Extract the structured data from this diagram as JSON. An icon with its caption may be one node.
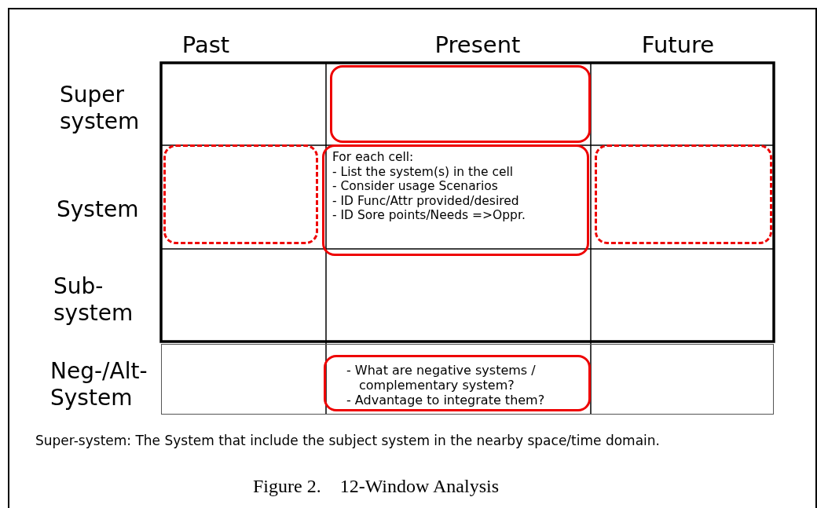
{
  "diagram": {
    "caption": "Figure 2.    12-Window Analysis",
    "nodes": [
      {
        "text": [],
        "shape": "box"
      },
      {
        "text": [],
        "shape": "box"
      },
      {
        "text": [
          "For each cell:",
          "- List the system(s) in the cell",
          "-  Consider usage Scenarios",
          "-  ID Func/Attr provided/desired",
          "-  ID Sore points/Needs =>Oppr."
        ]
      },
      {
        "text": [],
        "shape": "box"
      },
      {
        "text": [
          "- What are negative systems / complementary system?",
          "- Advantage to integrate them?"
        ]
      }
    ],
    "edges": [],
    "labels": [
      "Past",
      "Present",
      "Future",
      "Super system",
      "System",
      "Sub- system",
      "Neg-/Alt- System",
      "Super-system: The System that include the subject system in the nearby space/time domain."
    ]
  }
}
